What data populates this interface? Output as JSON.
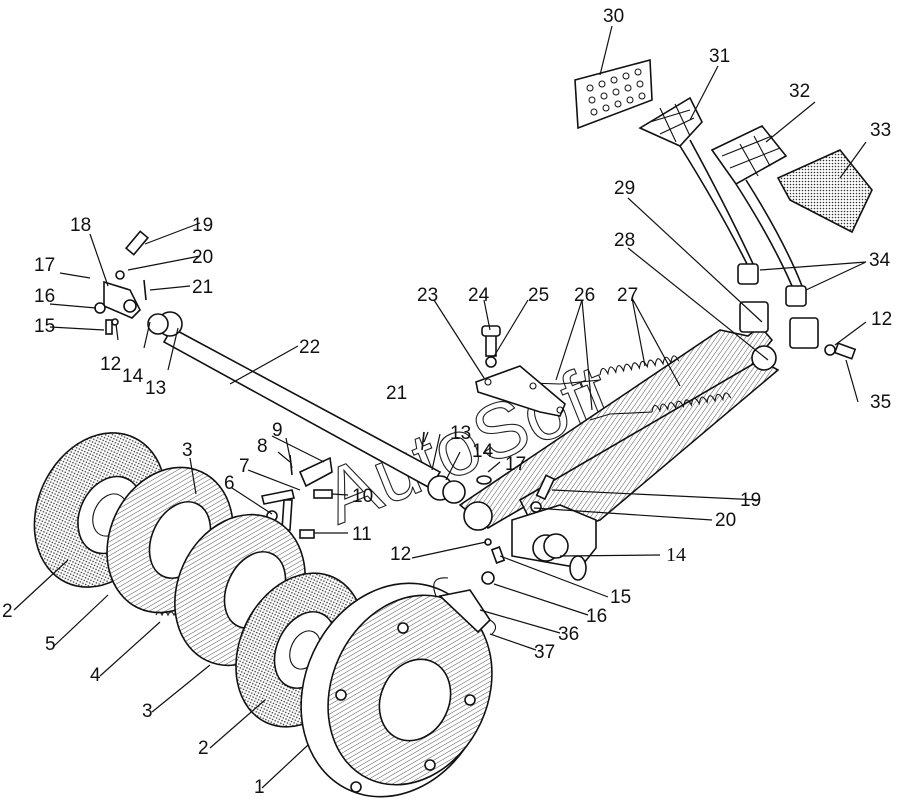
{
  "title": "Brake assembly exploded view",
  "watermark": "AutoSoft",
  "callouts": [
    {
      "id": "c30",
      "text": "30"
    },
    {
      "id": "c31",
      "text": "31"
    },
    {
      "id": "c32",
      "text": "32"
    },
    {
      "id": "c33",
      "text": "33"
    },
    {
      "id": "c29",
      "text": "29"
    },
    {
      "id": "c28",
      "text": "28"
    },
    {
      "id": "c34",
      "text": "34"
    },
    {
      "id": "c12a",
      "text": "12"
    },
    {
      "id": "c35",
      "text": "35"
    },
    {
      "id": "c23",
      "text": "23"
    },
    {
      "id": "c24",
      "text": "24"
    },
    {
      "id": "c25",
      "text": "25"
    },
    {
      "id": "c26",
      "text": "26"
    },
    {
      "id": "c27",
      "text": "27"
    },
    {
      "id": "c18",
      "text": "18"
    },
    {
      "id": "c19a",
      "text": "19"
    },
    {
      "id": "c20a",
      "text": "20"
    },
    {
      "id": "c17a",
      "text": "17"
    },
    {
      "id": "c21a",
      "text": "21"
    },
    {
      "id": "c16a",
      "text": "16"
    },
    {
      "id": "c15a",
      "text": "15"
    },
    {
      "id": "c12b",
      "text": "12"
    },
    {
      "id": "c14a",
      "text": "14"
    },
    {
      "id": "c13a",
      "text": "13"
    },
    {
      "id": "c22",
      "text": "22"
    },
    {
      "id": "c21b",
      "text": "21"
    },
    {
      "id": "c9",
      "text": "9"
    },
    {
      "id": "c8",
      "text": "8"
    },
    {
      "id": "c7",
      "text": "7"
    },
    {
      "id": "c6",
      "text": "6"
    },
    {
      "id": "c10",
      "text": "10"
    },
    {
      "id": "c11",
      "text": "11"
    },
    {
      "id": "c13b",
      "text": "13"
    },
    {
      "id": "c14b",
      "text": "14"
    },
    {
      "id": "c17b",
      "text": "17"
    },
    {
      "id": "c19b",
      "text": "19"
    },
    {
      "id": "c20b",
      "text": "20"
    },
    {
      "id": "c14c",
      "text": "14"
    },
    {
      "id": "c12c",
      "text": "12"
    },
    {
      "id": "c15b",
      "text": "15"
    },
    {
      "id": "c16b",
      "text": "16"
    },
    {
      "id": "c36",
      "text": "36"
    },
    {
      "id": "c37",
      "text": "37"
    },
    {
      "id": "c3a",
      "text": "3"
    },
    {
      "id": "c2a",
      "text": "2"
    },
    {
      "id": "c5",
      "text": "5"
    },
    {
      "id": "c4",
      "text": "4"
    },
    {
      "id": "c3b",
      "text": "3"
    },
    {
      "id": "c2b",
      "text": "2"
    },
    {
      "id": "c1",
      "text": "1"
    }
  ]
}
